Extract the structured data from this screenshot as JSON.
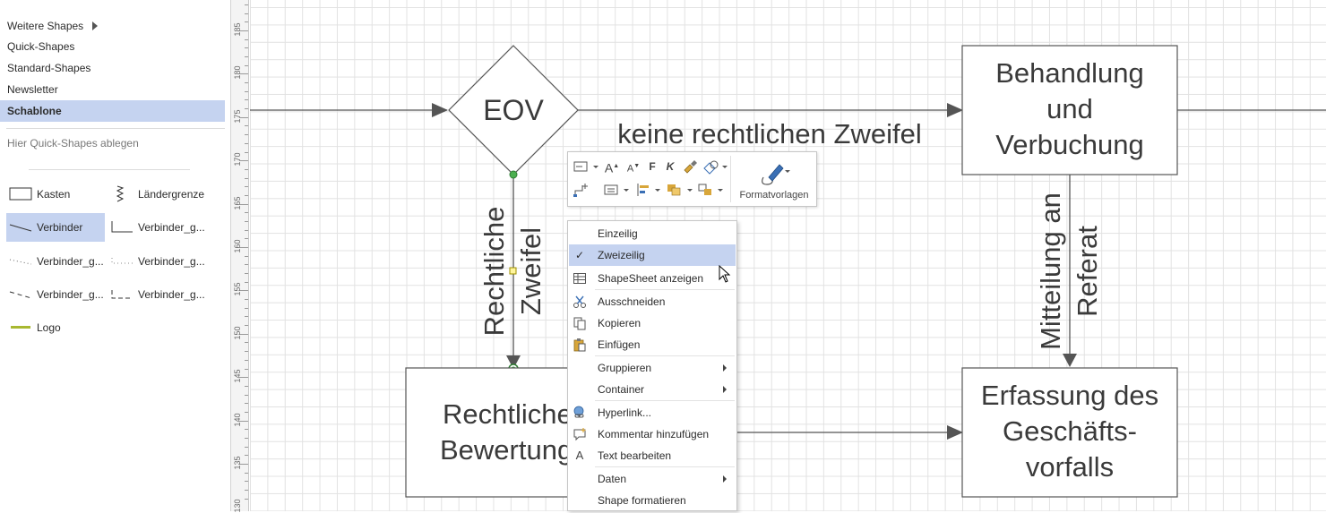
{
  "shapes_panel": {
    "stencils": [
      {
        "label": "Weitere Shapes",
        "has_submenu": true
      },
      {
        "label": "Quick-Shapes"
      },
      {
        "label": "Standard-Shapes"
      },
      {
        "label": "Newsletter"
      },
      {
        "label": "Schablone",
        "active": true
      }
    ],
    "drop_hint": "Hier Quick-Shapes ablegen",
    "masters": [
      {
        "label": "Kasten",
        "icon": "rectangle-icon"
      },
      {
        "label": "Ländergrenze",
        "icon": "border-line-icon"
      },
      {
        "label": "Verbinder",
        "icon": "connector-icon",
        "selected": true
      },
      {
        "label": "Verbinder_g...",
        "icon": "elbow-connector-icon"
      },
      {
        "label": "Verbinder_g...",
        "icon": "dotted-connector-icon"
      },
      {
        "label": "Verbinder_g...",
        "icon": "dotted-connector-icon"
      },
      {
        "label": "Verbinder_g...",
        "icon": "dashed-connector-icon"
      },
      {
        "label": "Verbinder_g...",
        "icon": "dashed-elbow-connector-icon"
      },
      {
        "label": "Logo",
        "icon": "logo-icon"
      }
    ]
  },
  "ruler": {
    "labels": [
      "185",
      "180",
      "175",
      "170",
      "165",
      "160",
      "155",
      "150",
      "145",
      "140",
      "135",
      "130"
    ]
  },
  "diagram": {
    "decision_label": "EOV",
    "box_behandlung": [
      "Behandlung",
      "und",
      "Verbuchung"
    ],
    "box_rechtliche": [
      "Rechtliche",
      "Bewertung"
    ],
    "box_erfassung": [
      "Erfassung des",
      "Geschäfts-",
      "vorfalls"
    ],
    "connector_top_label": "keine rechtlichen Zweifel",
    "connector_vertical_left": [
      "Rechtliche",
      "Zweifel"
    ],
    "connector_vertical_right": [
      "Mitteilung an",
      "Referat"
    ]
  },
  "mini_toolbar": {
    "formatvorlagen_label": "Formatvorlagen",
    "bold_glyph": "F",
    "italic_glyph": "K",
    "grow_font_glyph": "A",
    "shrink_font_glyph": "A"
  },
  "context_menu": {
    "items": [
      {
        "label": "Einzeilig"
      },
      {
        "label": "Zweizeilig",
        "checked": true,
        "check_glyph": "✓"
      },
      {
        "label": "ShapeSheet anzeigen",
        "icon": "shapesheet-icon"
      },
      {
        "label": "Ausschneiden",
        "icon": "scissors-icon"
      },
      {
        "label": "Kopieren",
        "icon": "copy-icon"
      },
      {
        "label": "Einfügen",
        "icon": "paste-icon"
      },
      {
        "label": "Gruppieren",
        "submenu": true
      },
      {
        "label": "Container",
        "submenu": true
      },
      {
        "label": "Hyperlink...",
        "icon": "hyperlink-icon"
      },
      {
        "label": "Kommentar hinzufügen",
        "icon": "comment-icon"
      },
      {
        "label": "Text bearbeiten",
        "icon": "text-icon",
        "icon_glyph": "A"
      },
      {
        "label": "Daten",
        "submenu": true
      },
      {
        "label": "Shape formatieren"
      }
    ]
  }
}
